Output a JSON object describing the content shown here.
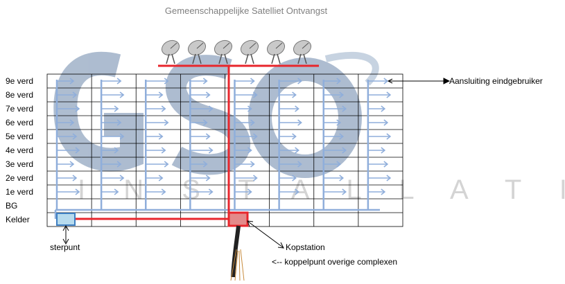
{
  "title": "Gemeenschappelijke Satelliet Ontvangst",
  "floors": [
    "9e verd",
    "8e verd",
    "7e verd",
    "6e verd",
    "5e verd",
    "4e verd",
    "3e verd",
    "2e verd",
    "1e verd",
    "BG",
    "Kelder"
  ],
  "labels": {
    "eindgebruiker": "Aansluiting eindgebruiker",
    "sterpunt": "sterpunt",
    "kopstation": "Kopstation",
    "koppelpunt": "<-- koppelpunt overige complexen"
  },
  "watermark": {
    "logo_letters": "GSO",
    "word": "INSTALLATIE"
  },
  "dish_count": 6,
  "colors": {
    "grid": "#000000",
    "distribution": "#8faedb",
    "red_line": "#e8262c",
    "sterpunt_fill": "#b7dbee",
    "sterpunt_border": "#3d7ec2",
    "kopstation_fill": "#e38a8a",
    "watermark": "#6b86aa"
  }
}
